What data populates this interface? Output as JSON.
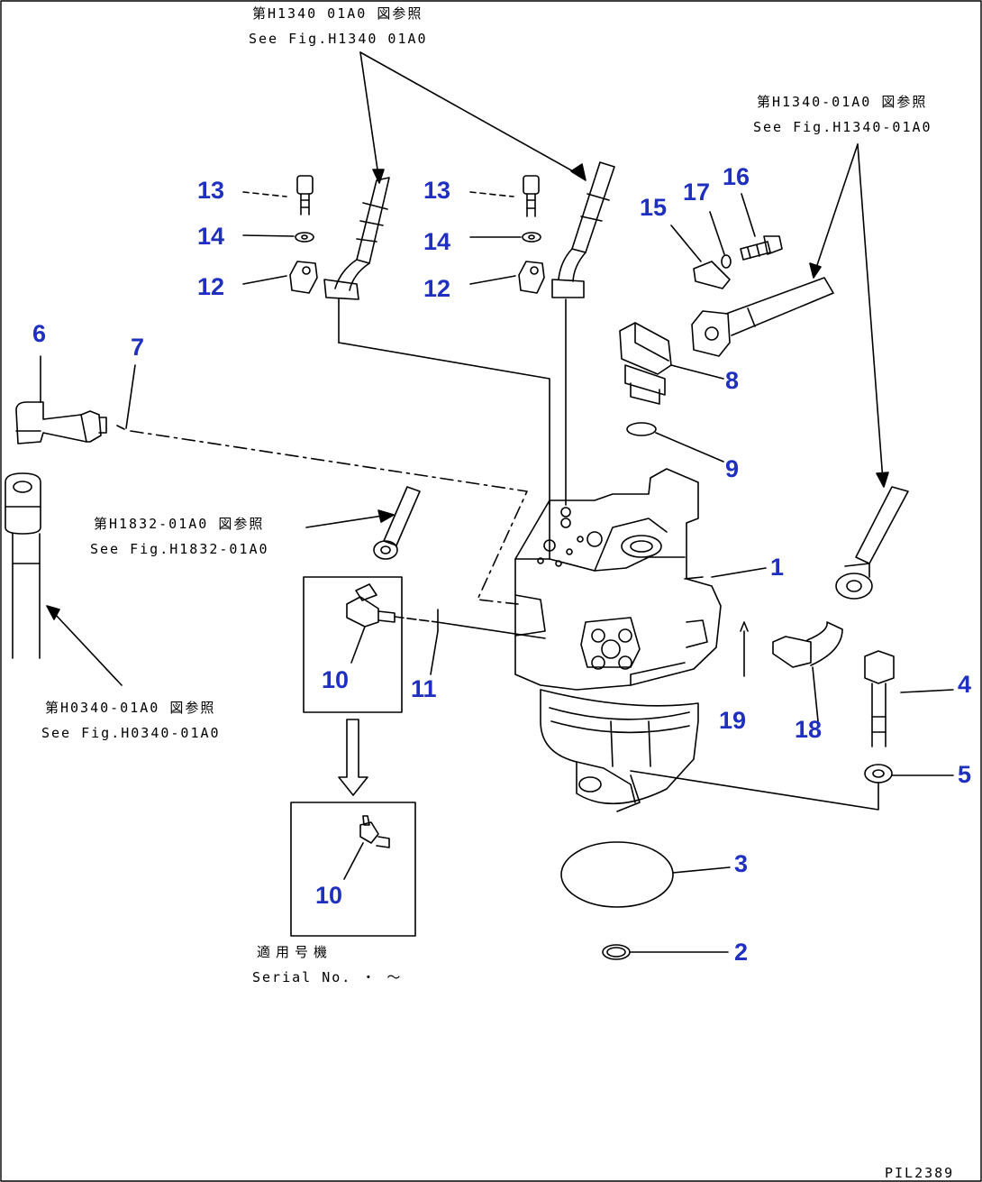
{
  "references": {
    "top_center": {
      "jp": "第H1340 01A0 図参照",
      "en": "See Fig.H1340 01A0"
    },
    "top_right": {
      "jp": "第H1340-01A0 図参照",
      "en": "See Fig.H1340-01A0"
    },
    "middle": {
      "jp": "第H1832-01A0 図参照",
      "en": "See Fig.H1832-01A0"
    },
    "left": {
      "jp": "第H0340-01A0 図参照",
      "en": "See Fig.H0340-01A0"
    }
  },
  "serial": {
    "jp": "適用号機",
    "en": "Serial No.  ・ ～"
  },
  "drawing_code": "PIL2389",
  "part_numbers": {
    "p1": "1",
    "p2": "2",
    "p3": "3",
    "p4": "4",
    "p5": "5",
    "p6": "6",
    "p7": "7",
    "p8": "8",
    "p9": "9",
    "p10a": "10",
    "p10b": "10",
    "p11": "11",
    "p12a": "12",
    "p12b": "12",
    "p13a": "13",
    "p13b": "13",
    "p14a": "14",
    "p14b": "14",
    "p15": "15",
    "p16": "16",
    "p17": "17",
    "p18": "18",
    "p19": "19"
  },
  "colors": {
    "part_number": "#1f2fbf",
    "line": "#000000",
    "background": "#ffffff"
  }
}
